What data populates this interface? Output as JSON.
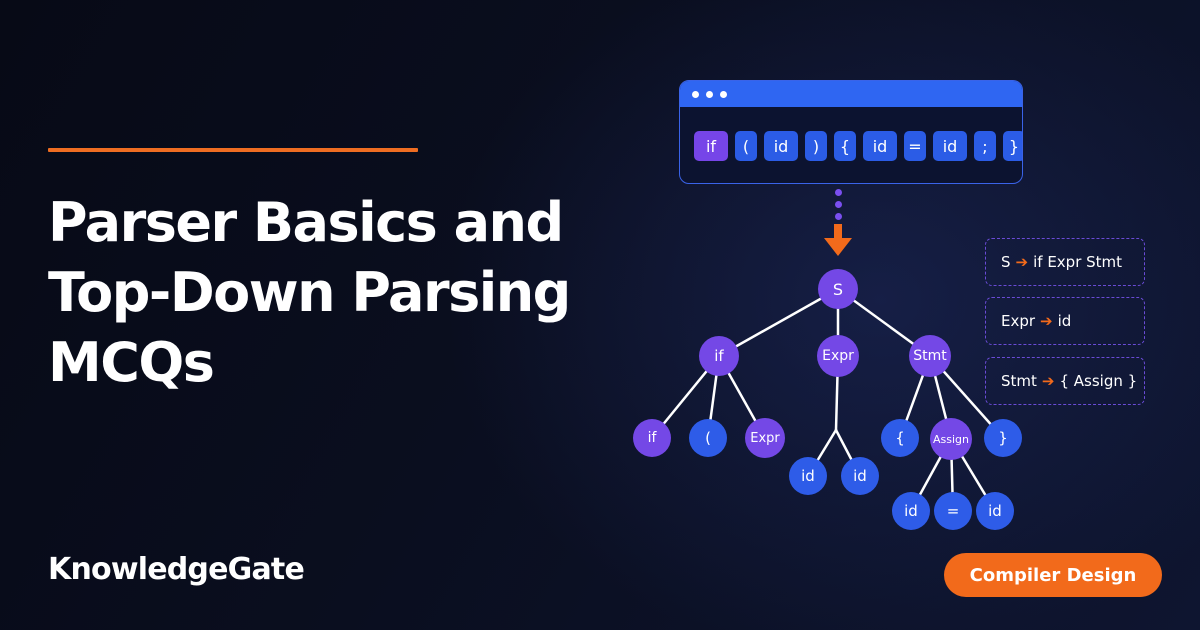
{
  "title_lines": [
    "Parser Basics and",
    "Top-Down Parsing",
    "MCQs"
  ],
  "brand": "KnowledgeGate",
  "badge": "Compiler Design",
  "colors": {
    "accent_orange": "#f26a1b",
    "token_blue": "#2e5ce8",
    "keyword_purple": "#7448e6",
    "background": "#0b0f1e"
  },
  "tokens": [
    {
      "text": "if",
      "kind": "keyword"
    },
    {
      "text": "(",
      "kind": "token"
    },
    {
      "text": "id",
      "kind": "token"
    },
    {
      "text": ")",
      "kind": "token"
    },
    {
      "text": "{",
      "kind": "token"
    },
    {
      "text": "id",
      "kind": "token"
    },
    {
      "text": "=",
      "kind": "token"
    },
    {
      "text": "id",
      "kind": "token"
    },
    {
      "text": ";",
      "kind": "token"
    },
    {
      "text": "}",
      "kind": "token"
    }
  ],
  "tree": {
    "root": "S",
    "level1": [
      "if",
      "Expr",
      "Stmt"
    ],
    "if_children": [
      "if",
      "(",
      "Expr"
    ],
    "expr_children": [
      "id",
      "id"
    ],
    "stmt_children": [
      "{",
      "Assign",
      "}"
    ],
    "assign_children": [
      "id",
      "=",
      "id"
    ]
  },
  "rules": [
    {
      "lhs": "S",
      "rhs": "if  Expr Stmt"
    },
    {
      "lhs": "Expr",
      "rhs": "id"
    },
    {
      "lhs": "Stmt",
      "rhs": "{ Assign }"
    }
  ],
  "icons": {
    "window_controls": "three-dot-icon",
    "flow_arrow": "arrow-down-icon",
    "rule_arrow": "arrow-right-icon"
  }
}
